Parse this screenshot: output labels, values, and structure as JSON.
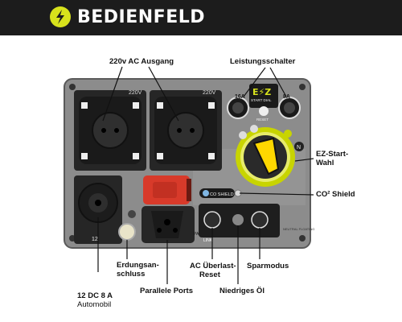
{
  "header": {
    "title": "BEDIENFELD"
  },
  "panel": {
    "outlet_rating_1": "220V",
    "outlet_rating_2": "220V",
    "breaker_left": "16A",
    "breaker_right": "8A",
    "ez_logo": "E⚡Z",
    "ez_sub": "START DIAL",
    "reset_text": "RESET",
    "shield_text": "CO SHIELD",
    "dc_text": "12",
    "para_text": "PARA",
    "link_text": "LINK",
    "neutral_text": "NEUTRAL FLOATING",
    "dial_letter": "N"
  },
  "callouts": {
    "ac_outlet": "220v AC Ausgang",
    "breaker": "Leistungsschalter",
    "ez_start_1": "EZ-Start-",
    "ez_start_2": "Wahl",
    "co_shield": "CO² Shield",
    "grounding_1": "Erdungsan-",
    "grounding_2": "schluss",
    "dc_1": "12 DC 8 A",
    "dc_2": "Automobil",
    "parallel": "Parallele Ports",
    "ac_overload_1": "AC Überlast-",
    "ac_overload_2": "Reset",
    "low_oil": "Niedriges Öl",
    "eco": "Sparmodus"
  },
  "colors": {
    "accent": "#c8d400",
    "panel": "#8a8a8a",
    "red": "#d83a2a"
  }
}
